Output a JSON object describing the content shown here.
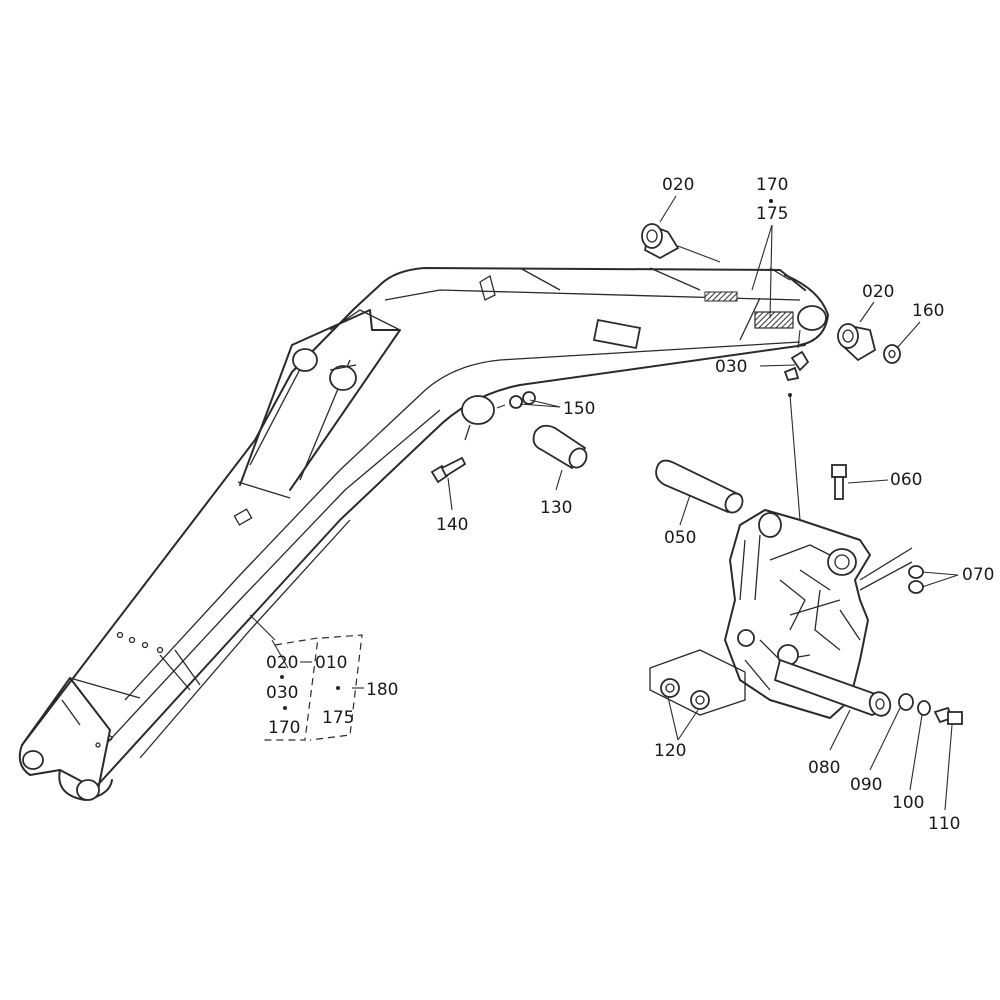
{
  "callouts": {
    "c020a": "020",
    "c170": "170",
    "c175": "175",
    "c020b": "020",
    "c160": "160",
    "c030": "030",
    "c150": "150",
    "c060": "060",
    "c130": "130",
    "c140": "140",
    "c050": "050",
    "c070": "070",
    "c120": "120",
    "c080": "080",
    "c090": "090",
    "c100": "100",
    "c110": "110"
  },
  "kit": {
    "k020": "020",
    "k010": "010",
    "k030": "030",
    "k180": "180",
    "k170": "170",
    "k175": "175"
  }
}
